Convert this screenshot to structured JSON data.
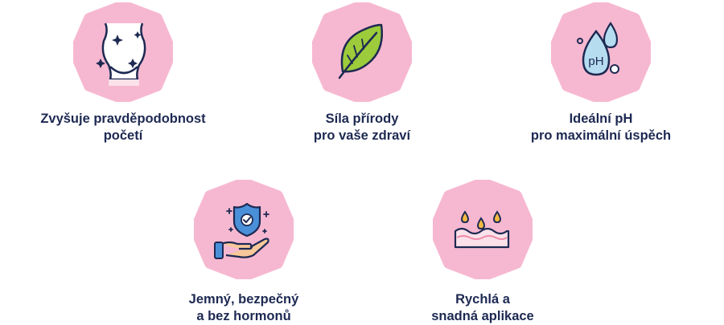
{
  "features": [
    {
      "icon": "body-silhouette-icon",
      "lines": [
        "Zvyšuje pravděpodobnost",
        "početí"
      ]
    },
    {
      "icon": "leaf-icon",
      "lines": [
        "Síla přírody",
        "pro vaše zdraví"
      ]
    },
    {
      "icon": "ph-drop-icon",
      "lines": [
        "Ideální pH",
        "pro maximální úspěch"
      ]
    },
    {
      "icon": "shield-hand-icon",
      "lines": [
        "Jemný, bezpečný",
        "a bez hormonů"
      ]
    },
    {
      "icon": "absorption-layer-icon",
      "lines": [
        "Rychlá a",
        "snadná aplikace"
      ]
    }
  ],
  "colors": {
    "badge": "#f6b8d0",
    "text": "#1d2952",
    "leaf": "#9ccb3b",
    "drop": "#b6dcf0",
    "outline": "#1d2952"
  }
}
